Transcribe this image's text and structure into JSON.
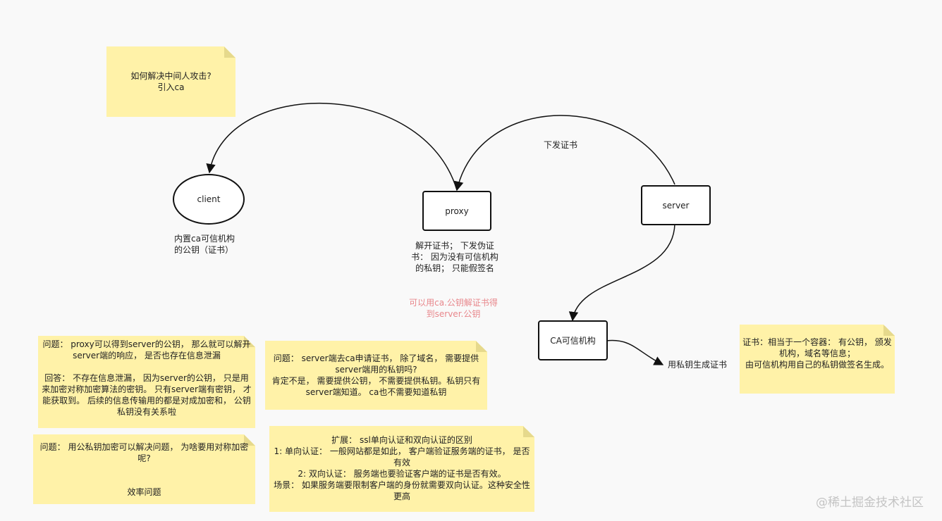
{
  "notes": {
    "mitm": "如何解决中间人攻击?\n引入ca",
    "proxy_question": "问题：  proxy可以得到server的公钥，  那么就可以解开server端的响应，  是否也存在信息泄漏\n\n回答：  不存在信息泄漏，  因为server的公钥，  只是用来加密对称加密算法的密钥。 只有server端有密钥，  才能获取到。 后续的信息传输用的都是对成加密和，  公钥私钥没有关系啦",
    "symmetric_question": "问题：  用公私钥加密可以解决问题，  为啥要用对称加密呢?\n\n\n效率问题",
    "ca_apply_question": "问题：  server端去ca申请证书，  除了域名，  需要提供server端用的私钥吗?\n肯定不是，  需要提供公钥，  不需要提供私钥。私钥只有server端知道。  ca也不需要知道私钥",
    "ssl_extension": "扩展：  ssl单向认证和双向认证的区别\n1: 单向认证：  一般网站都是如此，  客户端验证服务端的证书，  是否有效\n2: 双向认证：  服务端也要验证客户端的证书是否有效。\n场景：  如果服务端要限制客户端的身份就需要双向认证。这种安全性更高",
    "certificate": "证书：相当于一个容器：  有公钥，  颁发机构，域名等信息；\n由可信机构用自己的私钥做签名生成。"
  },
  "nodes": {
    "client": "client",
    "proxy": "proxy",
    "server": "server",
    "ca": "CA可信机构"
  },
  "labels": {
    "client_desc": "内置ca可信机构\n的公钥（证书）",
    "proxy_desc": "解开证书；  下发伪证\n书：  因为没有可信机构\n的私钥；  只能假签名",
    "ca_public_key": "可以用ca.公钥解证书得\n到server.公钥",
    "issue_cert": "下发证书",
    "generate_cert": "用私钥生成证书"
  },
  "watermark": "@稀土掘金技术社区"
}
